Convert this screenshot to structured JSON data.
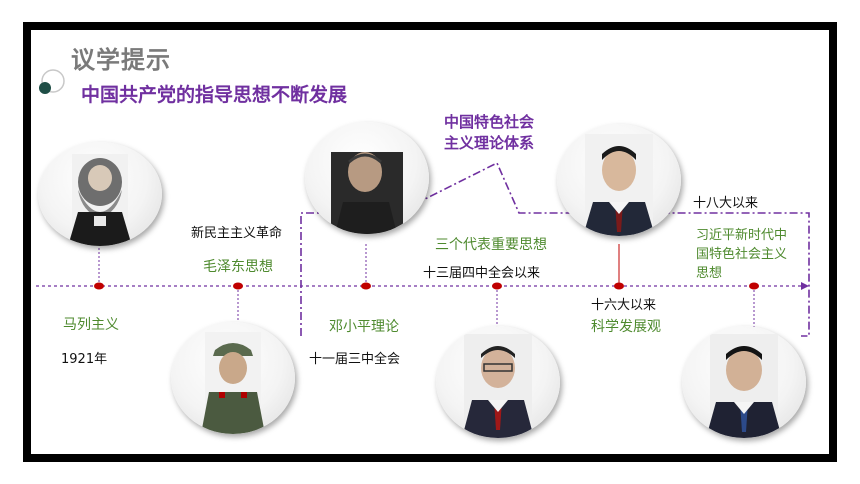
{
  "header": {
    "title": "议学提示",
    "subtitle": "中国共产党的指导思想不断发展"
  },
  "theory_system": {
    "line1": "中国特色社会",
    "line2": "主义理论体系"
  },
  "timeline": {
    "events": {
      "e1921": "1921年",
      "new_democratic": "新民主主义革命",
      "third_plenum": "十一届三中全会",
      "fourth_plenum": "十三届四中全会以来",
      "sixteenth": "十六大以来",
      "eighteenth": "十八大以来"
    },
    "thoughts": {
      "marxism": "马列主义",
      "mao": "毛泽东思想",
      "deng": "邓小平理论",
      "three_represents": "三个代表重要思想",
      "scientific": "科学发展观",
      "xi_line1": "习近平新时代中",
      "xi_line2": "国特色社会主义",
      "xi_line3": "思想"
    }
  },
  "colors": {
    "purple": "#7030a0",
    "green": "#4e8a2e",
    "dot": "#c00000",
    "axis": "#7030a0"
  },
  "portraits": [
    "portrait-marx",
    "portrait-mao",
    "portrait-deng",
    "portrait-jiang",
    "portrait-hu",
    "portrait-xi"
  ]
}
